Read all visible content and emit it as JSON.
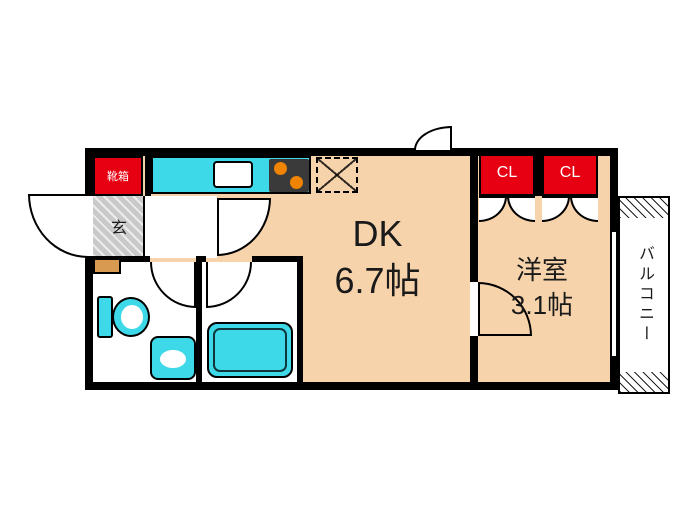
{
  "plan": {
    "shoe_box_label": "靴箱",
    "entrance_label": "玄",
    "dk_name": "DK",
    "dk_size": "6.7帖",
    "western_name": "洋室",
    "western_size": "3.1帖",
    "closet_left_label": "CL",
    "closet_right_label": "CL",
    "balcony_label": "バルコニー"
  },
  "colors": {
    "wall": "#000000",
    "room_fill": "#f7d3ab",
    "fixture_cyan": "#3ed9e9",
    "closet_red": "#e60012",
    "entrance_gray": "#c9c9c9",
    "step_orange": "#d89a50",
    "burner_orange": "#f08300",
    "text": "#1a1a1a"
  }
}
